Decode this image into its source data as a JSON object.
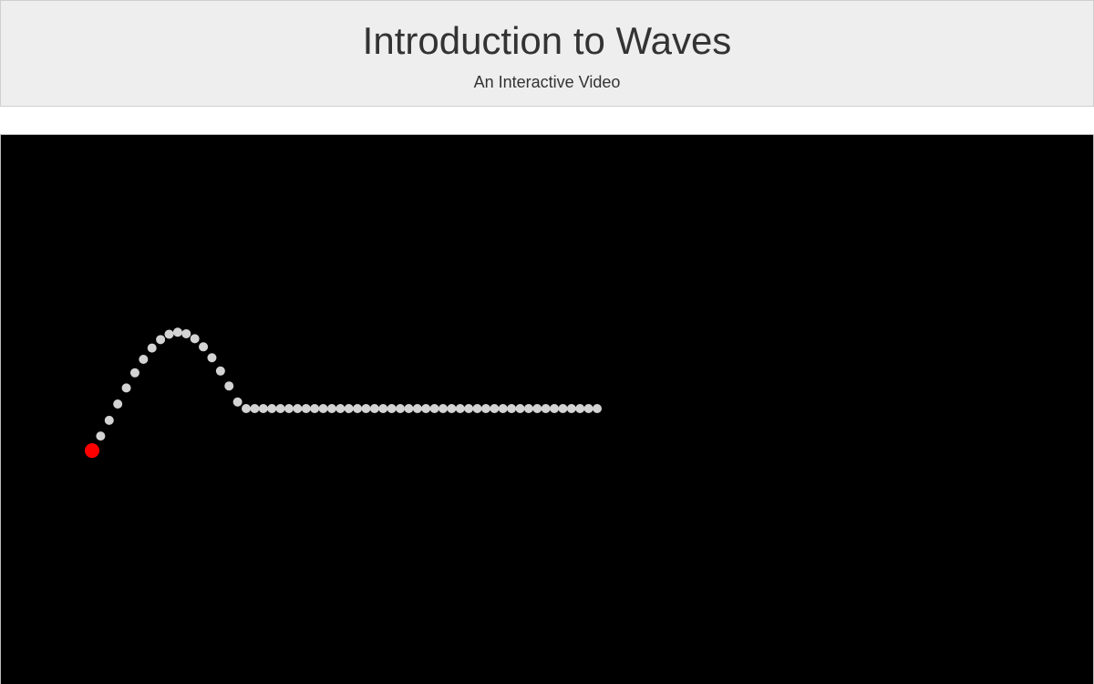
{
  "header": {
    "title": "Introduction to Waves",
    "subtitle": "An Interactive Video"
  },
  "stage": {
    "background_color": "#000000",
    "particle_color": "#d3d3d3",
    "driver_color": "#ff0000",
    "particle_count": 60,
    "wave_front_fraction": 0.295,
    "driver_displacement": -0.55,
    "crest_displacement": 0.93
  }
}
